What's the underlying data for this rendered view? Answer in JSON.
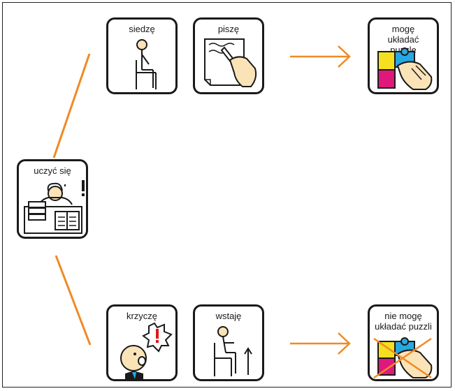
{
  "cards": {
    "learn": {
      "label": "uczyć się"
    },
    "sit": {
      "label": "siedzę"
    },
    "write": {
      "label": "piszę"
    },
    "can_puzzle": {
      "label": "mogę układać puzzle"
    },
    "shout": {
      "label": "krzyczę"
    },
    "stand": {
      "label": "wstaję"
    },
    "cannot_puzzle": {
      "label": "nie mogę układać puzzli"
    }
  },
  "colors": {
    "connector": "#f08a24",
    "border": "#1a1a1a",
    "puzzle_yellow": "#f5e020",
    "puzzle_blue": "#28a8e0",
    "puzzle_magenta": "#e0187c",
    "skin": "#fbe3b8"
  }
}
